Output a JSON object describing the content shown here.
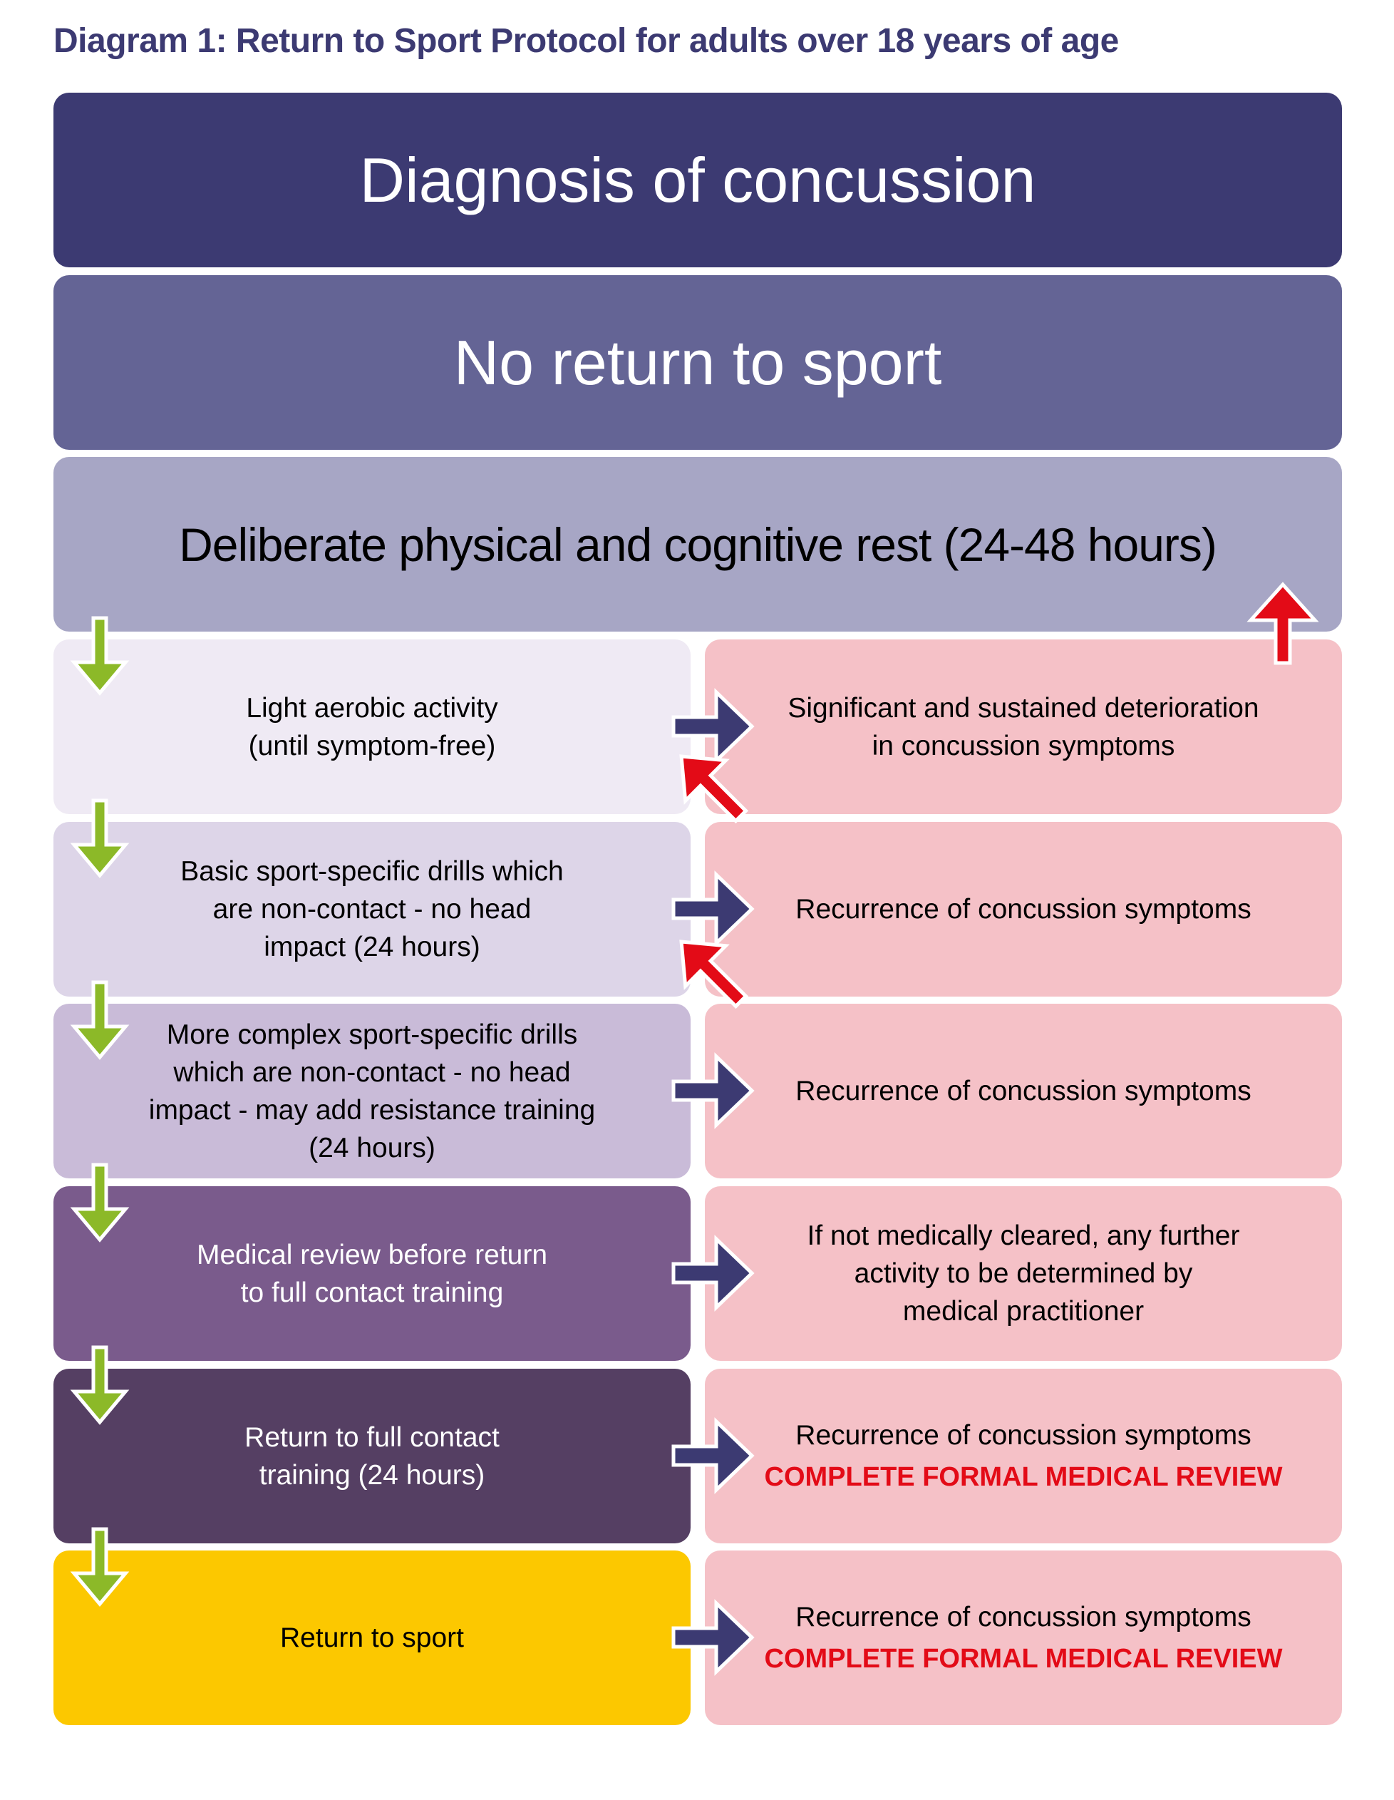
{
  "title": "Diagram 1: Return to Sport Protocol for adults over 18 years of age",
  "top_boxes": [
    {
      "label": "Diagnosis of concussion"
    },
    {
      "label": "No return to sport"
    },
    {
      "label": "Deliberate physical and cognitive rest (24-48 hours)"
    }
  ],
  "stages": [
    {
      "label": "Light aerobic activity\n(until symptom-free)",
      "outcome": "Significant and sustained deterioration\nin concussion symptoms",
      "action": ""
    },
    {
      "label": "Basic sport-specific drills which\nare non-contact - no head\nimpact (24 hours)",
      "outcome": "Recurrence of concussion symptoms",
      "action": ""
    },
    {
      "label": "More complex sport-specific drills\nwhich are non-contact - no head\nimpact - may add resistance training\n(24 hours)",
      "outcome": "Recurrence of concussion symptoms",
      "action": ""
    },
    {
      "label": "Medical review before return\nto full contact training",
      "outcome": "If not medically cleared, any further\nactivity to be determined by\nmedical practitioner",
      "action": ""
    },
    {
      "label": "Return to full contact\ntraining (24 hours)",
      "outcome": "Recurrence of concussion symptoms",
      "action": "COMPLETE FORMAL MEDICAL REVIEW"
    },
    {
      "label": "Return to sport",
      "outcome": "Recurrence of concussion symptoms",
      "action": "COMPLETE FORMAL MEDICAL REVIEW"
    }
  ],
  "colors": {
    "title": "#3c3a72",
    "diagnosis": "#3c3a72",
    "no_return": "#646495",
    "rest": "#a7a6c5",
    "outcome": "#f5c1c7",
    "progress_arrow": "#8cb928",
    "outcome_arrow": "#3c3a72",
    "regress_arrow": "#e30b17",
    "review_text": "#e30b17",
    "return_to_sport": "#fcc800"
  }
}
